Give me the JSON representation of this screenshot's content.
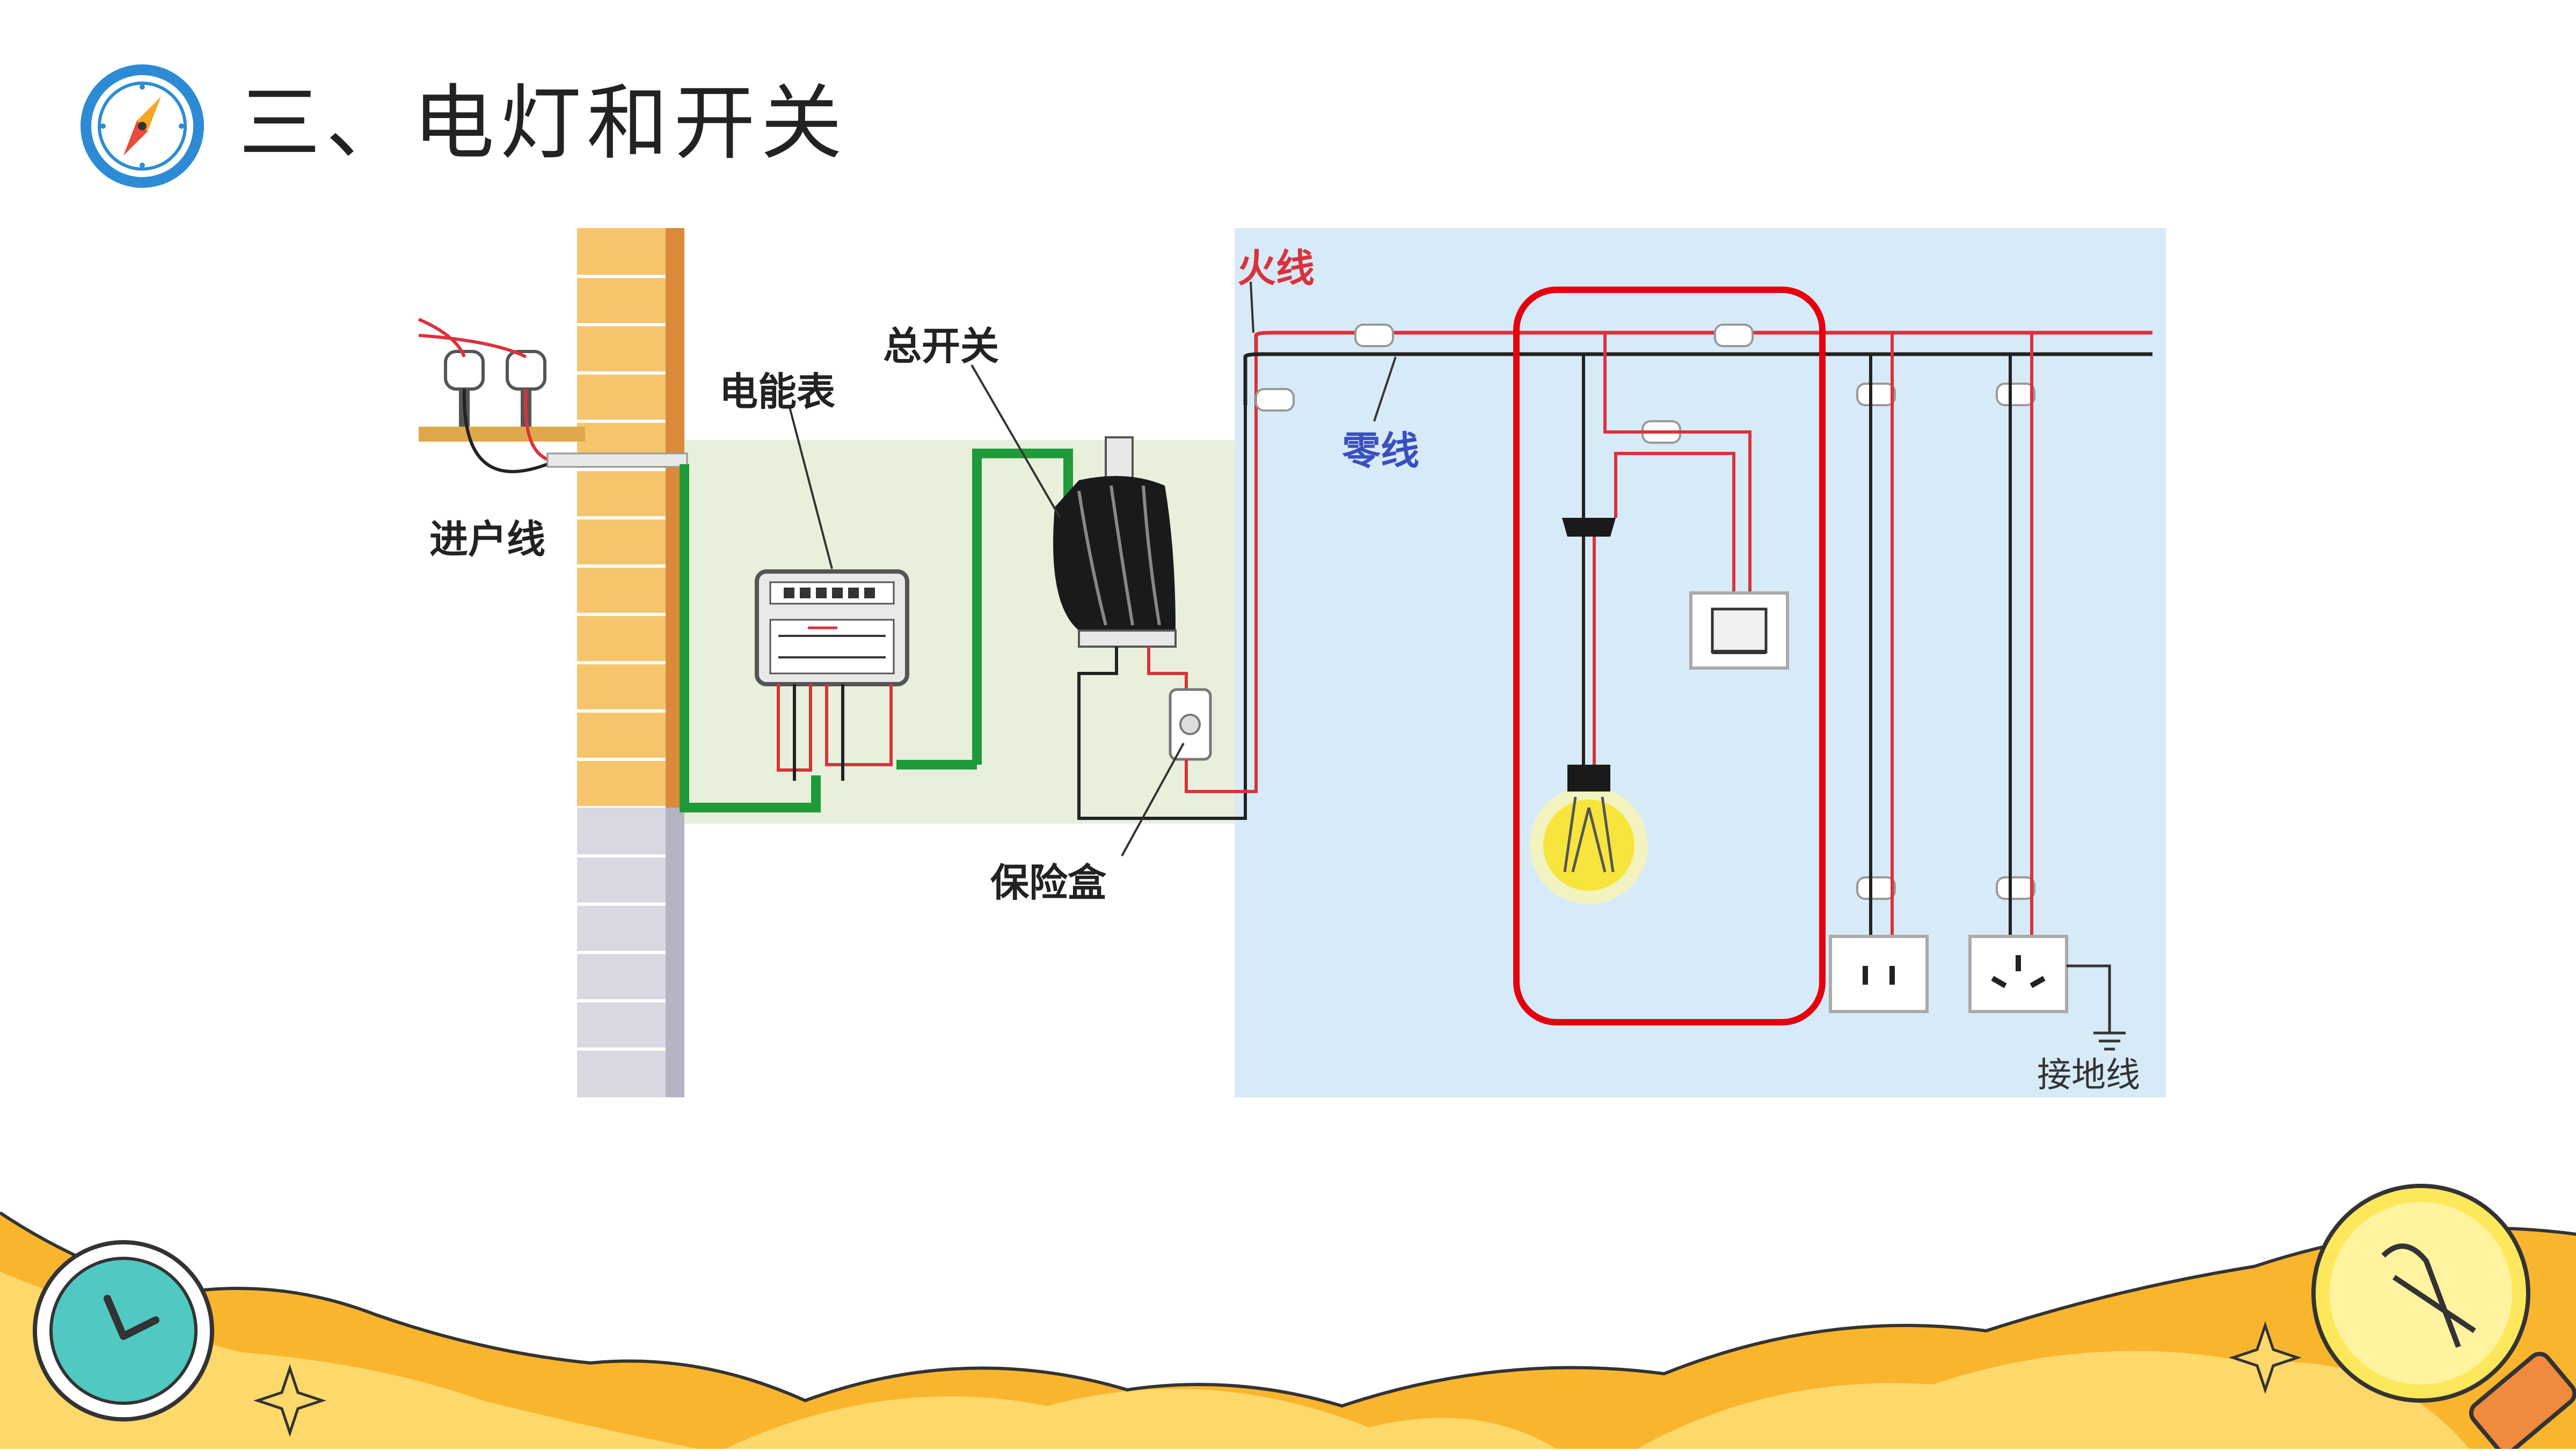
{
  "slide": {
    "title": "三、电灯和开关"
  },
  "diagram": {
    "labels": {
      "incoming_line": "进户线",
      "energy_meter": "电能表",
      "main_switch": "总开关",
      "fuse_box": "保险盒",
      "live_wire": "火线",
      "neutral_wire": "零线",
      "ground_wire": "接地线"
    },
    "colors": {
      "live": "#d9323c",
      "neutral": "#222222",
      "ground_green": "#1f9a3a",
      "highlight": "#e4000f",
      "panel_bg": "#d7eaf7",
      "meter_bg": "#e8f0dc",
      "brick": "#f6c56b"
    }
  },
  "icons": {
    "title_icon": "compass-icon",
    "bottom_left": "clock-icon",
    "bottom_right": "lightbulb-icon"
  }
}
